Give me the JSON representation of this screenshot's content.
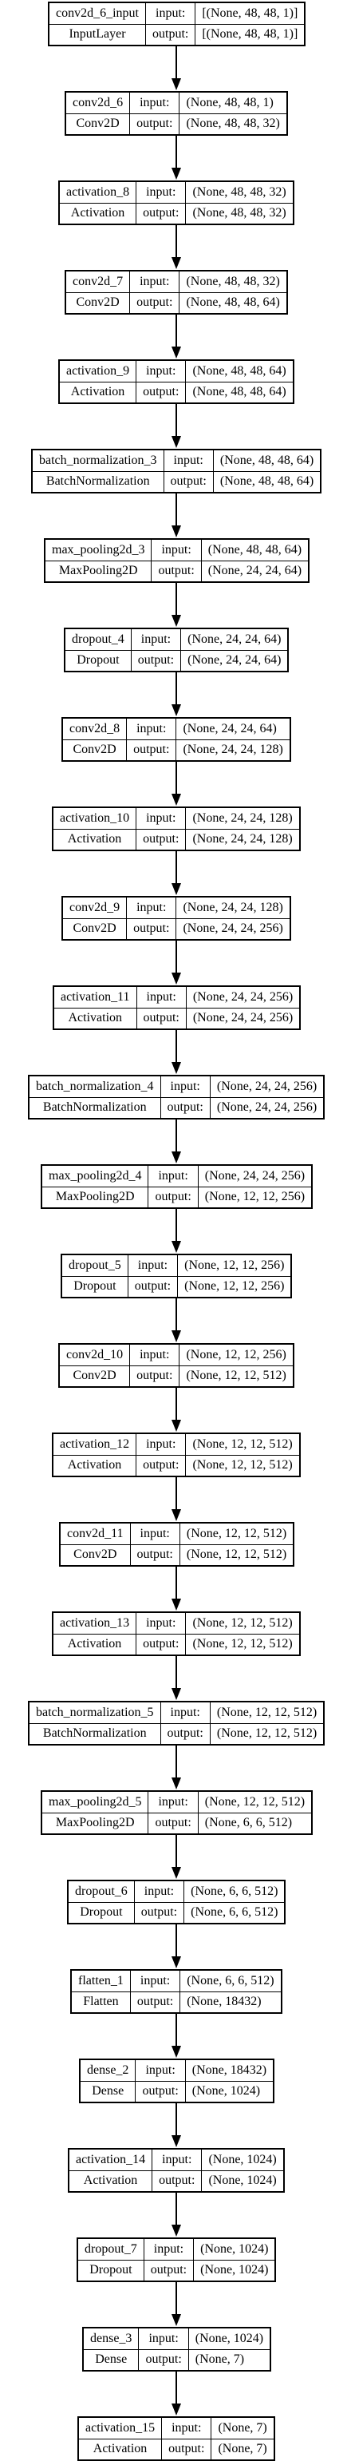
{
  "labels": {
    "input": "input:",
    "output": "output:"
  },
  "layers": [
    {
      "name": "conv2d_6_input",
      "type": "InputLayer",
      "input": "[(None, 48, 48, 1)]",
      "output": "[(None, 48, 48, 1)]"
    },
    {
      "name": "conv2d_6",
      "type": "Conv2D",
      "input": "(None, 48, 48, 1)",
      "output": "(None, 48, 48, 32)"
    },
    {
      "name": "activation_8",
      "type": "Activation",
      "input": "(None, 48, 48, 32)",
      "output": "(None, 48, 48, 32)"
    },
    {
      "name": "conv2d_7",
      "type": "Conv2D",
      "input": "(None, 48, 48, 32)",
      "output": "(None, 48, 48, 64)"
    },
    {
      "name": "activation_9",
      "type": "Activation",
      "input": "(None, 48, 48, 64)",
      "output": "(None, 48, 48, 64)"
    },
    {
      "name": "batch_normalization_3",
      "type": "BatchNormalization",
      "input": "(None, 48, 48, 64)",
      "output": "(None, 48, 48, 64)"
    },
    {
      "name": "max_pooling2d_3",
      "type": "MaxPooling2D",
      "input": "(None, 48, 48, 64)",
      "output": "(None, 24, 24, 64)"
    },
    {
      "name": "dropout_4",
      "type": "Dropout",
      "input": "(None, 24, 24, 64)",
      "output": "(None, 24, 24, 64)"
    },
    {
      "name": "conv2d_8",
      "type": "Conv2D",
      "input": "(None, 24, 24, 64)",
      "output": "(None, 24, 24, 128)"
    },
    {
      "name": "activation_10",
      "type": "Activation",
      "input": "(None, 24, 24, 128)",
      "output": "(None, 24, 24, 128)"
    },
    {
      "name": "conv2d_9",
      "type": "Conv2D",
      "input": "(None, 24, 24, 128)",
      "output": "(None, 24, 24, 256)"
    },
    {
      "name": "activation_11",
      "type": "Activation",
      "input": "(None, 24, 24, 256)",
      "output": "(None, 24, 24, 256)"
    },
    {
      "name": "batch_normalization_4",
      "type": "BatchNormalization",
      "input": "(None, 24, 24, 256)",
      "output": "(None, 24, 24, 256)"
    },
    {
      "name": "max_pooling2d_4",
      "type": "MaxPooling2D",
      "input": "(None, 24, 24, 256)",
      "output": "(None, 12, 12, 256)"
    },
    {
      "name": "dropout_5",
      "type": "Dropout",
      "input": "(None, 12, 12, 256)",
      "output": "(None, 12, 12, 256)"
    },
    {
      "name": "conv2d_10",
      "type": "Conv2D",
      "input": "(None, 12, 12, 256)",
      "output": "(None, 12, 12, 512)"
    },
    {
      "name": "activation_12",
      "type": "Activation",
      "input": "(None, 12, 12, 512)",
      "output": "(None, 12, 12, 512)"
    },
    {
      "name": "conv2d_11",
      "type": "Conv2D",
      "input": "(None, 12, 12, 512)",
      "output": "(None, 12, 12, 512)"
    },
    {
      "name": "activation_13",
      "type": "Activation",
      "input": "(None, 12, 12, 512)",
      "output": "(None, 12, 12, 512)"
    },
    {
      "name": "batch_normalization_5",
      "type": "BatchNormalization",
      "input": "(None, 12, 12, 512)",
      "output": "(None, 12, 12, 512)"
    },
    {
      "name": "max_pooling2d_5",
      "type": "MaxPooling2D",
      "input": "(None, 12, 12, 512)",
      "output": "(None, 6, 6, 512)"
    },
    {
      "name": "dropout_6",
      "type": "Dropout",
      "input": "(None, 6, 6, 512)",
      "output": "(None, 6, 6, 512)"
    },
    {
      "name": "flatten_1",
      "type": "Flatten",
      "input": "(None, 6, 6, 512)",
      "output": "(None, 18432)"
    },
    {
      "name": "dense_2",
      "type": "Dense",
      "input": "(None, 18432)",
      "output": "(None, 1024)"
    },
    {
      "name": "activation_14",
      "type": "Activation",
      "input": "(None, 1024)",
      "output": "(None, 1024)"
    },
    {
      "name": "dropout_7",
      "type": "Dropout",
      "input": "(None, 1024)",
      "output": "(None, 1024)"
    },
    {
      "name": "dense_3",
      "type": "Dense",
      "input": "(None, 1024)",
      "output": "(None, 7)"
    },
    {
      "name": "activation_15",
      "type": "Activation",
      "input": "(None, 7)",
      "output": "(None, 7)"
    }
  ]
}
